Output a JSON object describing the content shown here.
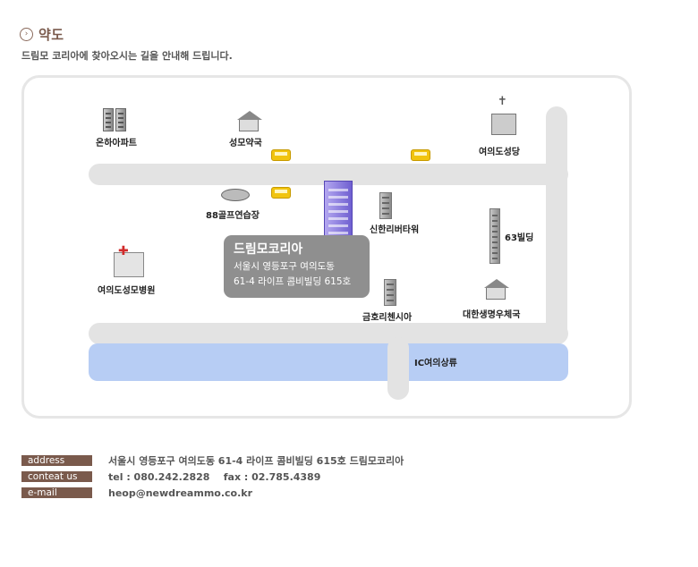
{
  "header": {
    "icon": "chevron-right-circle-icon",
    "title": "약도",
    "subtitle": "드림모 코리아에 찾아오시는 길을 안내해 드립니다."
  },
  "map": {
    "places": {
      "apartment": "온하아파트",
      "pharmacy": "성모약국",
      "cathedral": "여의도성당",
      "golf": "88골프연습장",
      "shinhan": "신한리버타워",
      "building63": "63빌딩",
      "hospital": "여의도성모병원",
      "kumho": "금호리첸시아",
      "insurance": "대한생명우체국",
      "ic": "IC여의상류"
    },
    "callout": {
      "name": "드림모코리아",
      "address_line1": "서울시 영등포구 여의도동",
      "address_line2": "61-4 라이프 콤비빌딩 615호"
    }
  },
  "contact": {
    "address_label": "address",
    "address_value": "서울시 영등포구 여의도동 61-4 라이프 콤비빌딩 615호 드림모코리아",
    "contact_label": "conteat us",
    "contact_value": "tel : 080.242.2828    fax : 02.785.4389",
    "email_label": "e-mail",
    "email_value": "heop@newdreammo.co.kr"
  },
  "colors": {
    "accent_brown": "#7a5a4c",
    "river_blue": "#b7cdf4",
    "road_gray": "#e3e3e3",
    "callout_gray": "#8f8f8f"
  }
}
